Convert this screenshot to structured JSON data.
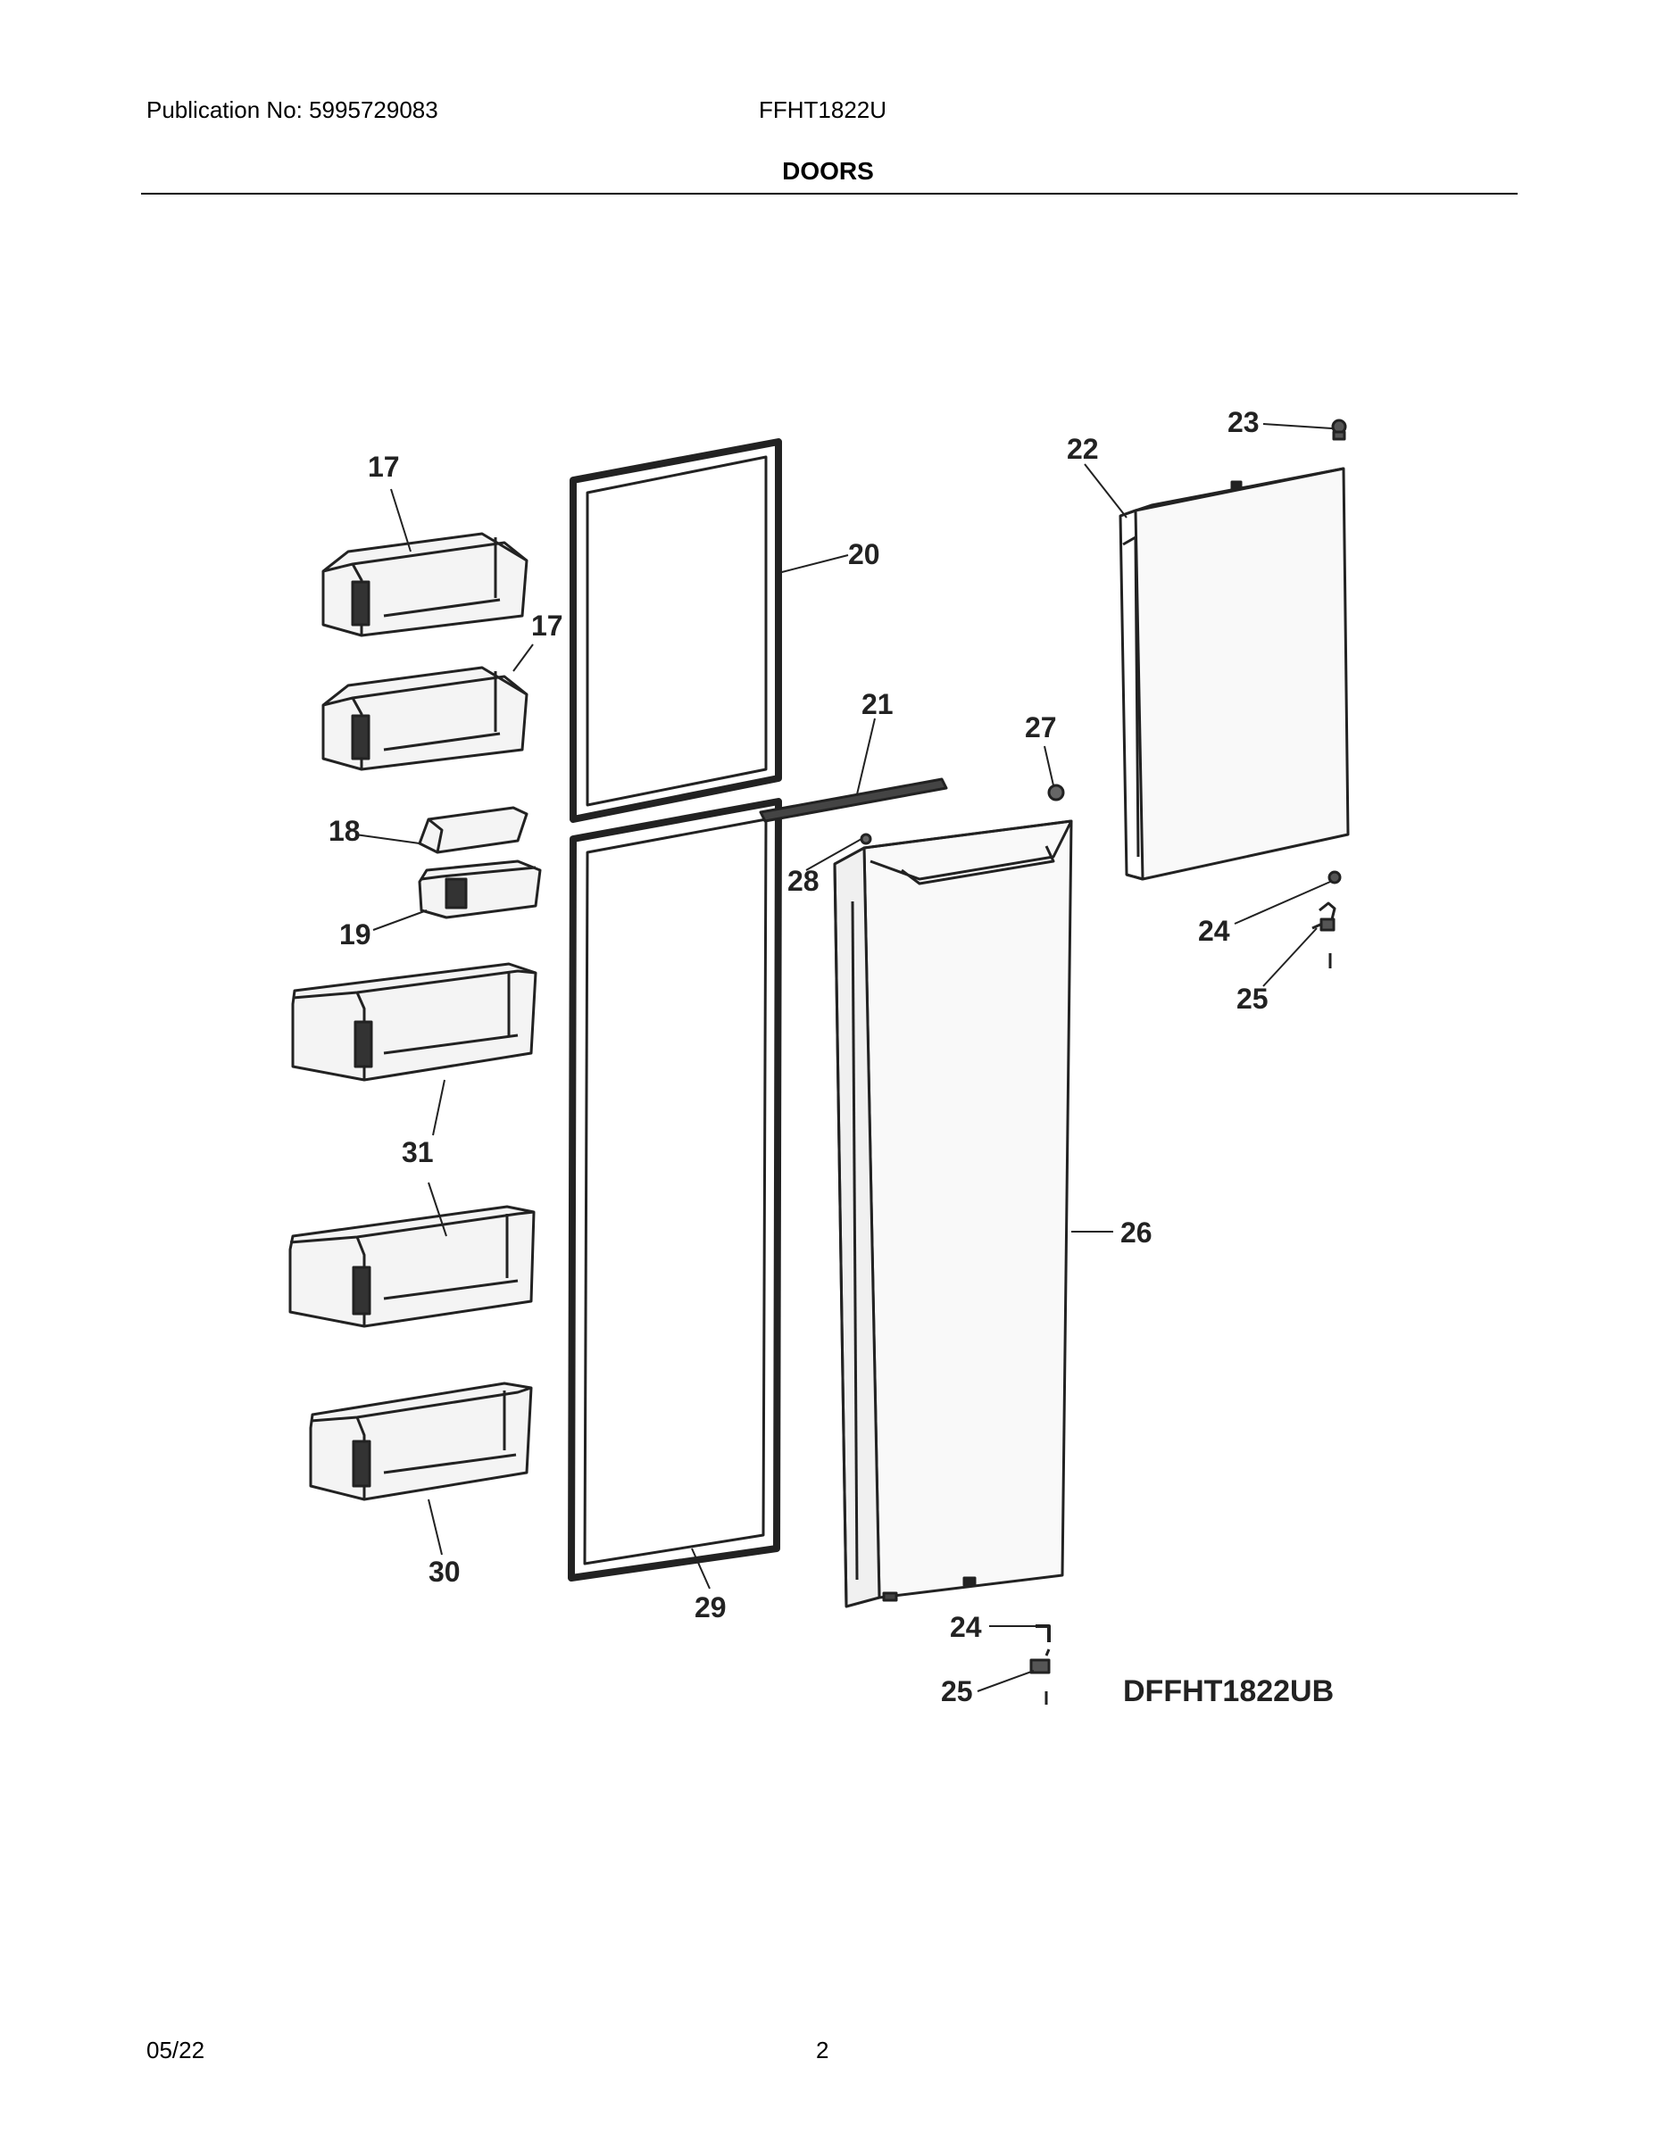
{
  "header": {
    "publication": "Publication No: 5995729083",
    "model": "FFHT1822U",
    "section_title": "DOORS"
  },
  "diagram": {
    "code": "DFFHT1822UB",
    "callouts": {
      "c17a": "17",
      "c17b": "17",
      "c18": "18",
      "c19": "19",
      "c20": "20",
      "c21": "21",
      "c22": "22",
      "c23": "23",
      "c24a": "24",
      "c25a": "25",
      "c26": "26",
      "c27": "27",
      "c28": "28",
      "c29": "29",
      "c30": "30",
      "c31": "31",
      "c24b": "24",
      "c25b": "25"
    }
  },
  "footer": {
    "date": "05/22",
    "page": "2"
  }
}
